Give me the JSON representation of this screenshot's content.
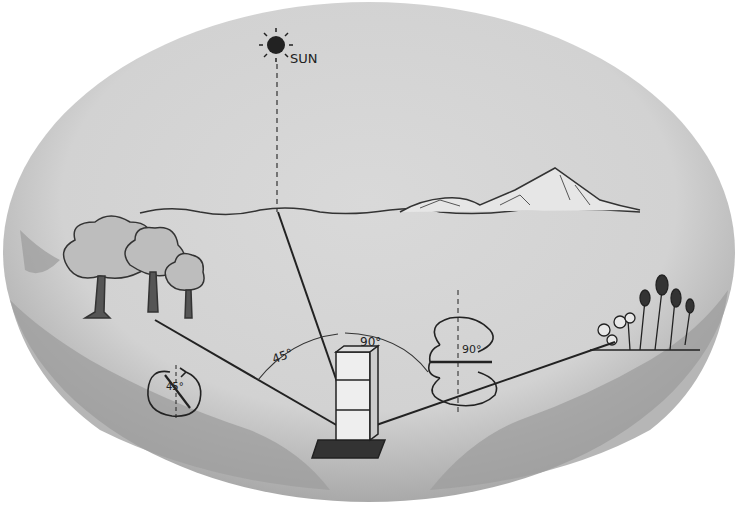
{
  "diagram": {
    "labels": [
      "SUN",
      "45°",
      "90°",
      "45°",
      "90°"
    ]
  }
}
